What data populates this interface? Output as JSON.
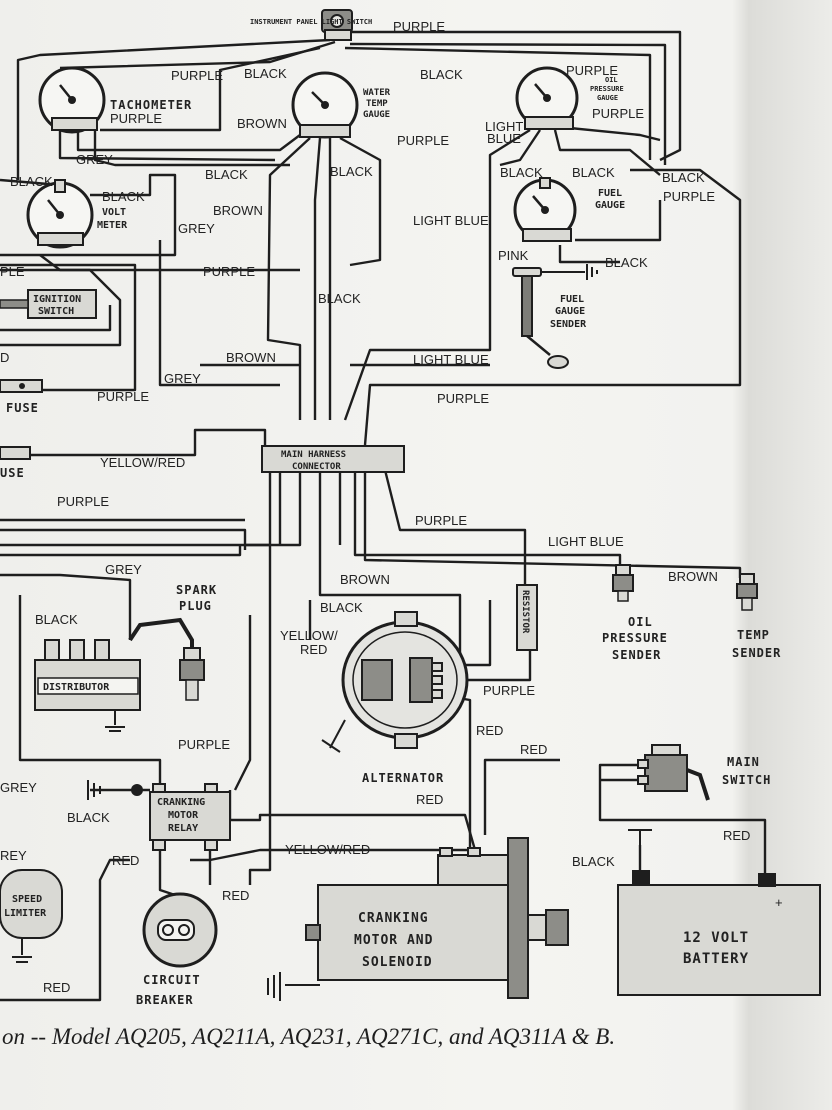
{
  "components": {
    "panel_light_switch": "INSTRUMENT PANEL LIGHT SWITCH",
    "tachometer": "TACHOMETER",
    "water_temp_gauge": [
      "WATER",
      "TEMP",
      "GAUGE"
    ],
    "oil_pressure_gauge": [
      "OIL",
      "PRESSURE",
      "GAUGE"
    ],
    "volt_meter": [
      "VOLT",
      "METER"
    ],
    "fuel_gauge": [
      "FUEL",
      "GAUGE"
    ],
    "fuel_gauge_sender": [
      "FUEL",
      "GAUGE",
      "SENDER"
    ],
    "ignition_switch": [
      "IGNITION",
      "SWITCH"
    ],
    "fuse_1": "FUSE",
    "fuse_2": "USE",
    "main_harness_connector": [
      "MAIN HARNESS",
      "CONNECTOR"
    ],
    "resistor": "RESISTOR",
    "oil_pressure_sender": [
      "OIL",
      "PRESSURE",
      "SENDER"
    ],
    "temp_sender": [
      "TEMP",
      "SENDER"
    ],
    "spark_plug": [
      "SPARK",
      "PLUG"
    ],
    "distributor": "DISTRIBUTOR",
    "alternator": "ALTERNATOR",
    "main_switch": [
      "MAIN",
      "SWITCH"
    ],
    "cranking_motor_relay": [
      "CRANKING",
      "MOTOR",
      "RELAY"
    ],
    "speed_limiter": [
      "SPEED",
      "LIMITER"
    ],
    "circuit_breaker": [
      "CIRCUIT",
      "BREAKER"
    ],
    "cranking_motor_solenoid": [
      "CRANKING",
      "MOTOR AND",
      "SOLENOID"
    ],
    "battery": [
      "12 VOLT",
      "BATTERY"
    ],
    "battery_plus": "+"
  },
  "wire_labels": {
    "purple_top": "PURPLE",
    "purple_tach": "PURPLE",
    "black_tach": "BLACK",
    "black_top_right": "BLACK",
    "purple_oil_top": "PURPLE",
    "purple_tach_low": "PURPLE",
    "brown_water": "BROWN",
    "purple_water": "PURPLE",
    "light_blue_oil": [
      "LIGHT",
      "BLUE"
    ],
    "purple_oil_low": "PURPLE",
    "grey_top": "GREY",
    "black_left": "BLACK",
    "black_volt": "BLACK",
    "black_mid": "BLACK",
    "black_water": "BLACK",
    "black_fuel": "BLACK",
    "black_fuel_right": "BLACK",
    "purple_fuel": "PURPLE",
    "brown_mid": "BROWN",
    "grey_volt": "GREY",
    "light_blue_mid": "LIGHT BLUE",
    "purple_ign": "PURPLE",
    "pink": "PINK",
    "black_fuel_sender": "BLACK",
    "black_harness": "BLACK",
    "brown_low": "BROWN",
    "light_blue_low": "LIGHT BLUE",
    "grey_low": "GREY",
    "purple_fuse": "PURPLE",
    "purple_right": "PURPLE",
    "ple_left": "PLE",
    "d_left": "D",
    "yellow_red_mid": "YELLOW/RED",
    "purple_left_bus": "PURPLE",
    "purple_resistor": "PURPLE",
    "light_blue_senders": "LIGHT BLUE",
    "grey_dist": "GREY",
    "brown_alt": "BROWN",
    "brown_temp": "BROWN",
    "black_dist": "BLACK",
    "black_alt": "BLACK",
    "yellow_red_alt": [
      "YELLOW/",
      "RED"
    ],
    "purple_alt": "PURPLE",
    "purple_dist": "PURPLE",
    "red_alt": "RED",
    "red_right": "RED",
    "red_starter": "RED",
    "grey_left": "GREY",
    "black_relay": "BLACK",
    "yellow_red_low": "YELLOW/RED",
    "red_main": "RED",
    "black_battery": "BLACK",
    "rey_left": "REY",
    "red_relay": "RED",
    "red_breaker": "RED",
    "red_bottom": "RED"
  },
  "caption": "on -- Model AQ205, AQ211A, AQ231, AQ271C, and AQ311A & B."
}
